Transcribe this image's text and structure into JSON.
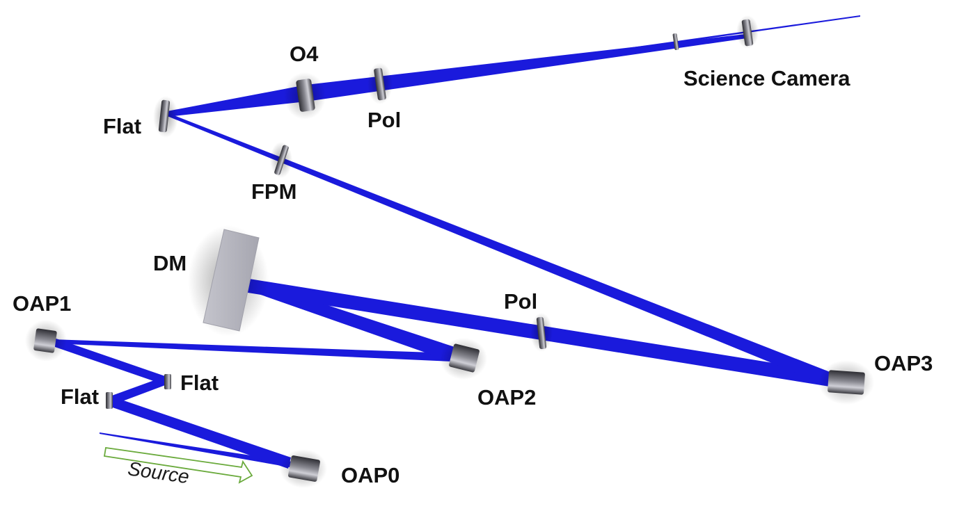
{
  "colors": {
    "beam": "#1a1adc",
    "optic": "#6e6e76",
    "dm": "#b3b3bd",
    "source_arrow": "#6aaa3c"
  },
  "labels": {
    "o4": "O4",
    "science_camera": "Science Camera",
    "flat_top": "Flat",
    "pol_top": "Pol",
    "fpm": "FPM",
    "dm": "DM",
    "oap1": "OAP1",
    "pol_mid": "Pol",
    "oap3": "OAP3",
    "flat_mid": "Flat",
    "flat_low": "Flat",
    "oap2": "OAP2",
    "oap0": "OAP0",
    "source": "Source"
  }
}
